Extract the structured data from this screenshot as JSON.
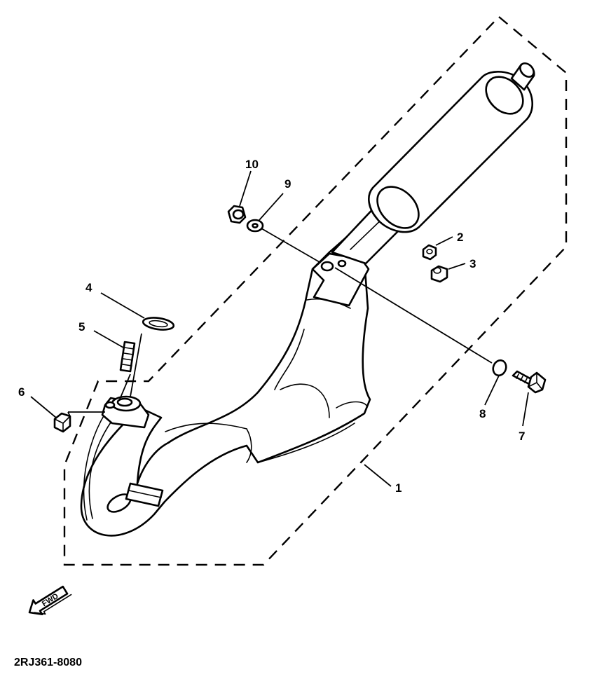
{
  "diagram": {
    "part_code": "2RJ361-8080",
    "fwd_label": "FWD",
    "callouts": [
      {
        "id": "1",
        "label": "1"
      },
      {
        "id": "2",
        "label": "2"
      },
      {
        "id": "3",
        "label": "3"
      },
      {
        "id": "4",
        "label": "4"
      },
      {
        "id": "5",
        "label": "5"
      },
      {
        "id": "6",
        "label": "6"
      },
      {
        "id": "7",
        "label": "7"
      },
      {
        "id": "8",
        "label": "8"
      },
      {
        "id": "9",
        "label": "9"
      },
      {
        "id": "10",
        "label": "10"
      }
    ]
  }
}
